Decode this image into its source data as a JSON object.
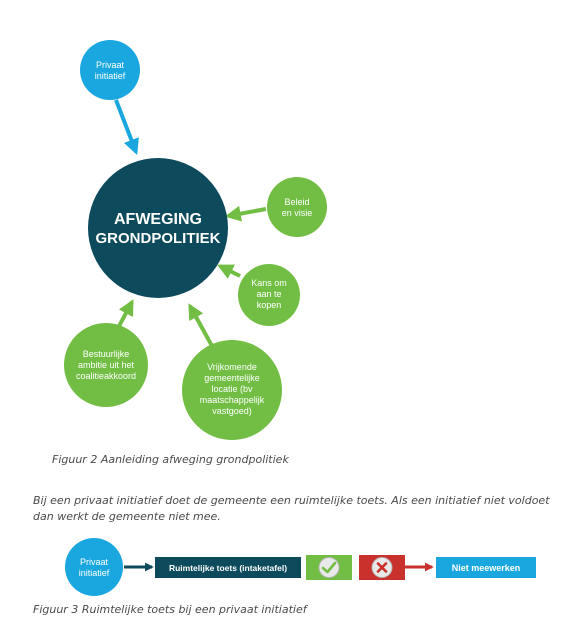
{
  "diagram1": {
    "center": {
      "line1": "AFWEGING",
      "line2": "GRONDPOLITIEK",
      "color": "#0d4a5b"
    },
    "nodes": [
      {
        "id": "privaat",
        "lines": [
          "Privaat",
          "initiatief"
        ],
        "color": "#1aa7e0"
      },
      {
        "id": "beleid",
        "lines": [
          "Beleid",
          "en visie"
        ],
        "color": "#72be44"
      },
      {
        "id": "kans",
        "lines": [
          "Kans om",
          "aan te",
          "kopen"
        ],
        "color": "#72be44"
      },
      {
        "id": "bestuurlijke",
        "lines": [
          "Bestuurlijke",
          "ambitie uit het",
          "coalitieakkoord"
        ],
        "color": "#72be44"
      },
      {
        "id": "vrijkomende",
        "lines": [
          "Vrijkomende",
          "gemeentelijke",
          "locatie (bv",
          "maatschappelijk",
          "vastgoed)"
        ],
        "color": "#72be44"
      }
    ]
  },
  "captions": {
    "fig2": "Figuur 2 Aanleiding afweging grondpolitiek",
    "body": "Bij een privaat initiatief doet de gemeente een ruimtelijke toets. Als een initiatief niet voldoet dan werkt de gemeente niet mee.",
    "fig3": "Figuur 3 Ruimtelijke toets bij een privaat initiatief"
  },
  "flow": {
    "start": {
      "lines": [
        "Privaat",
        "initiatief"
      ],
      "color": "#1aa7e0"
    },
    "toets_label": "Ruimtelijke toets (intaketafel)",
    "toets_color": "#0d4a5b",
    "check_color": "#72be44",
    "cross_color": "#c8312c",
    "end_label": "Niet meewerken",
    "end_color": "#1aa7e0"
  }
}
